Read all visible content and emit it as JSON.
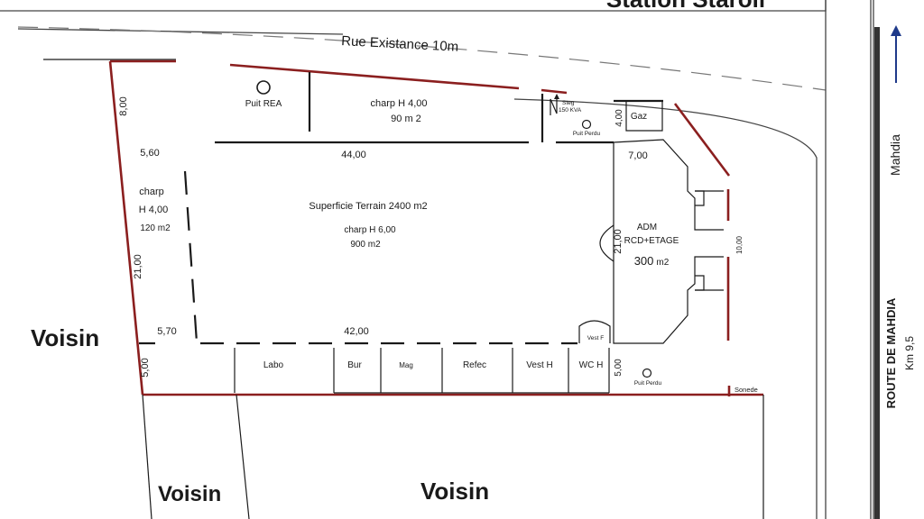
{
  "streets": {
    "top_station": "Station Staroil",
    "rue": "Rue Existance 10m",
    "route_name": "ROUTE DE MAHDIA",
    "route_km": "Km 9,5",
    "mahdia": "Mahdia"
  },
  "neighbors": {
    "left": "Voisin",
    "bottom_left": "Voisin",
    "bottom_center": "Voisin"
  },
  "dimensions": {
    "d_8": "8,00",
    "d_5_60": "5,60",
    "d_44": "44,00",
    "d_21_left": "21,00",
    "d_5_70": "5,70",
    "d_42": "42,00",
    "d_5_left": "5,00",
    "d_7": "7,00",
    "d_4": "4,00",
    "d_21_right": "21,00",
    "d_10": "10,00",
    "d_5_right": "5,00"
  },
  "zones": {
    "puit_rea": "Puit REA",
    "charp_top_title": "charp H 4,00",
    "charp_top_area": "90 m 2",
    "steg_1": "Steg",
    "steg_2": "150 KVA",
    "puit_perdu_top": "Puit Perdu",
    "gaz": "Gaz",
    "charp_left_1": "charp",
    "charp_left_2": "H 4,00",
    "charp_left_3": "120 m2",
    "superficie": "Superficie Terrain 2400 m2",
    "charp_main_title": "charp H 6,00",
    "charp_main_area": "900 m2",
    "adm_1": "ADM",
    "adm_2": "RCD+ETAGE",
    "adm_area_num": "300",
    "adm_area_unit": "m2",
    "vest_f": "Vest F",
    "puit_perdu_bottom": "Puit Perdu",
    "sonede": "Sonede"
  },
  "rooms": [
    "Labo",
    "Bur",
    "Mag",
    "Refec",
    "Vest H",
    "WC H"
  ],
  "colors": {
    "boundary": "#8b1f1f",
    "street_label": "#1f2f6e",
    "arrow": "#1f3a8a"
  }
}
